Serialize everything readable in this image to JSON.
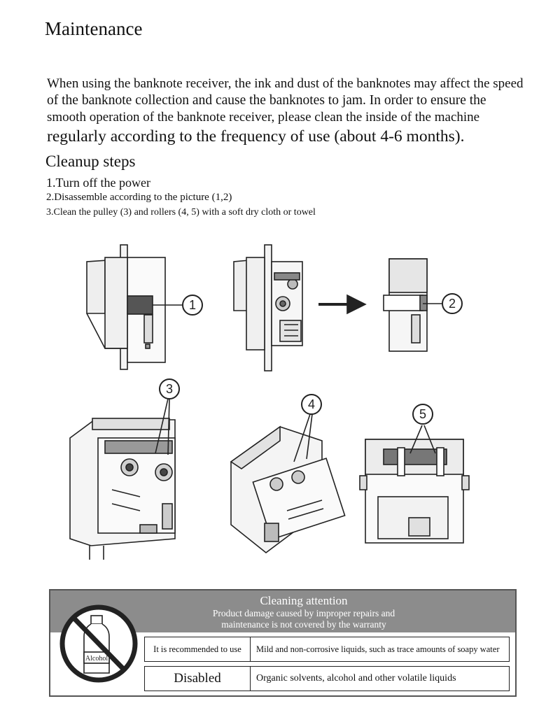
{
  "title": "Maintenance",
  "intro": [
    "When using the banknote receiver, the ink and dust of the banknotes may affect the speed",
    "of the banknote collection and cause the banknotes to jam. In order to ensure the",
    "smooth operation of the banknote receiver, please clean the inside of the machine",
    "regularly according to the frequency of use (about 4-6 months)."
  ],
  "steps_title": "Cleanup steps",
  "steps": [
    "1.Turn off the power",
    "2.Disassemble according to the picture (1,2)",
    "3.Clean the pulley (3) and rollers (4, 5) with a soft dry cloth or towel"
  ],
  "callouts": [
    "1",
    "2",
    "3",
    "4",
    "5"
  ],
  "notice": {
    "heading": "Cleaning attention",
    "subtitle_lines": [
      "Product damage caused by improper repairs and",
      "maintenance is not covered by the warranty"
    ],
    "bottle_label": "Alcohol",
    "rows": [
      {
        "key": "It is recommended to use",
        "value": "Mild and non-corrosive liquids, such as trace amounts of soapy water"
      },
      {
        "key": "Disabled",
        "value": "Organic solvents, alcohol and other volatile liquids"
      }
    ]
  }
}
